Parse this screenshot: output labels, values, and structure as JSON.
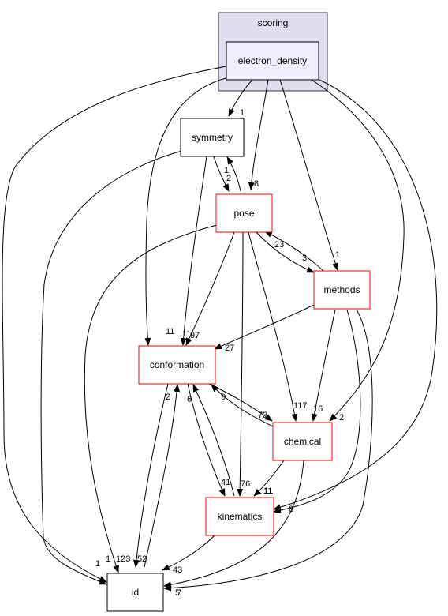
{
  "cluster": {
    "label": "scoring",
    "fill": "#dedef0",
    "stroke": "#333333"
  },
  "colors": {
    "red_border": "#ff0000",
    "black_border": "#000000",
    "focus_fill": "#eeeeff",
    "edge": "#000000"
  },
  "nodes": {
    "electron_density": "electron_density",
    "symmetry": "symmetry",
    "pose": "pose",
    "methods": "methods",
    "conformation": "conformation",
    "chemical": "chemical",
    "kinematics": "kinematics",
    "id": "id"
  },
  "edge_labels": {
    "ed_symmetry": "1",
    "ed_pose": "8",
    "ed_methods": "1",
    "ed_chemical": "2",
    "ed_kinematics": "8",
    "ed_conformation": "11",
    "ed_id": "1",
    "sym_pose": "2",
    "pose_sym": "1",
    "sym_conformation": "11",
    "sym_id": "1",
    "pose_methods": "3",
    "methods_pose": "23",
    "pose_conformation": "97",
    "pose_chemical": "117",
    "pose_kinematics": "76",
    "pose_id": "123",
    "methods_conformation": "27",
    "methods_chemical": "16",
    "methods_kinematics": "11",
    "methods_id": "7",
    "conformation_chemical": "73",
    "chemical_conformation": "9",
    "conformation_kinematics": "41",
    "kinematics_conformation": "6",
    "conformation_id": "52",
    "id_conformation": "2",
    "chemical_kinematics": "11",
    "chemical_id": "5",
    "kinematics_id": "43"
  }
}
